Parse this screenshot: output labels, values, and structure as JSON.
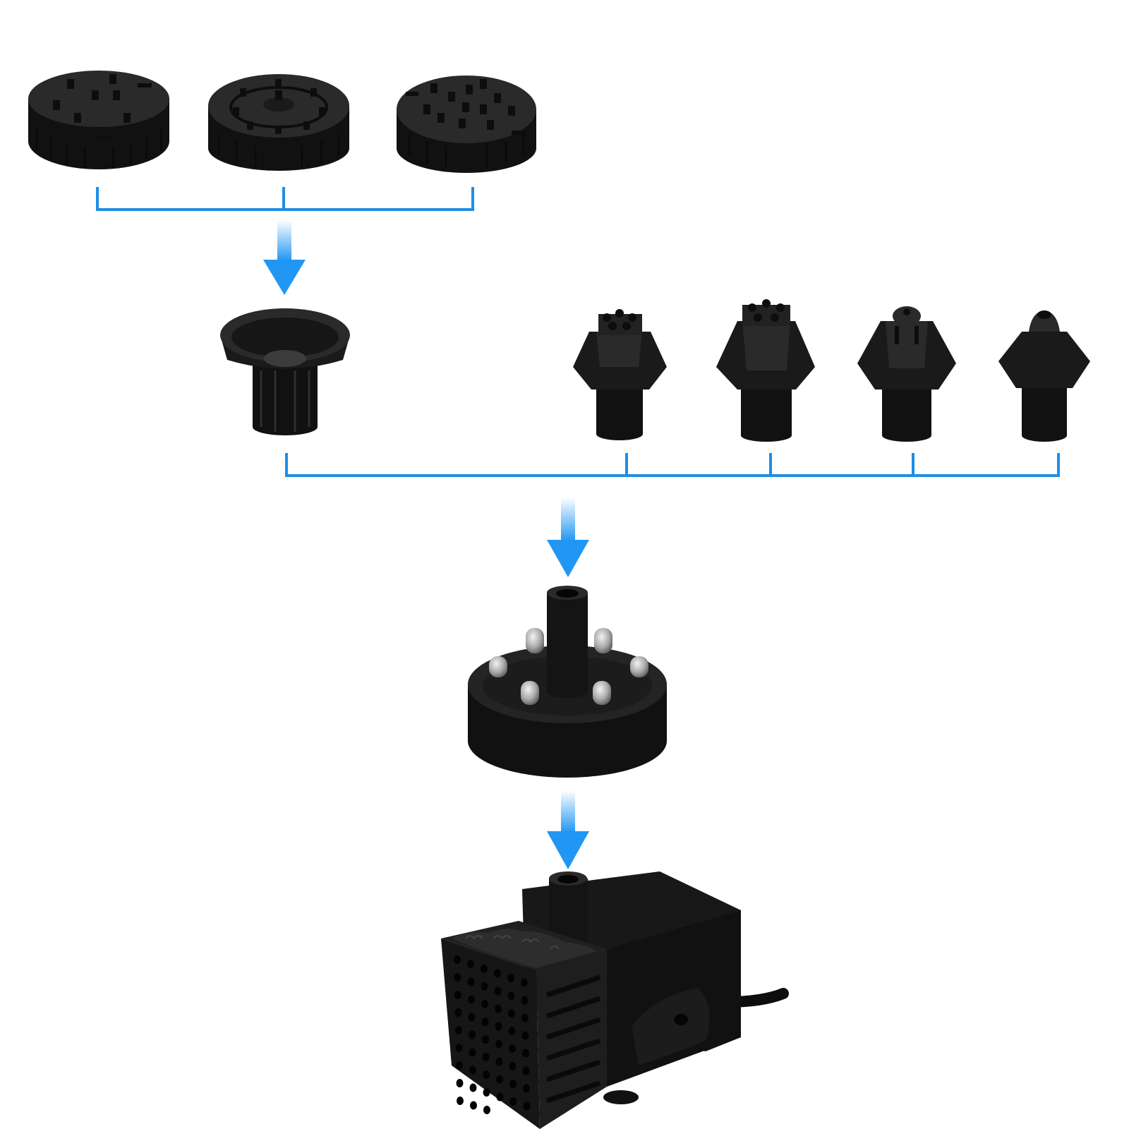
{
  "colors": {
    "connector": "#1e8ee6",
    "arrow": "#2196f3",
    "part_dark": "#111111",
    "part_mid": "#2a2a2a",
    "part_highlight": "#4a4a4a",
    "led_lens": "#bdbdbd"
  },
  "parts": {
    "spray_discs": [
      {
        "icon": "spray-disc-7-jet-icon"
      },
      {
        "icon": "spray-disc-ring-icon"
      },
      {
        "icon": "spray-disc-multi-jet-icon"
      }
    ],
    "disc_adapter": {
      "icon": "disc-adapter-icon"
    },
    "nozzles": [
      {
        "icon": "nozzle-multi-hole-icon"
      },
      {
        "icon": "nozzle-tall-multi-hole-icon"
      },
      {
        "icon": "nozzle-dome-icon"
      },
      {
        "icon": "nozzle-single-jet-icon"
      }
    ],
    "led_ring": {
      "icon": "led-ring-icon",
      "led_count": 6
    },
    "pump": {
      "icon": "submersible-pump-icon"
    }
  },
  "flow": [
    "spray_discs",
    "disc_adapter",
    "nozzles",
    "led_ring",
    "pump"
  ]
}
